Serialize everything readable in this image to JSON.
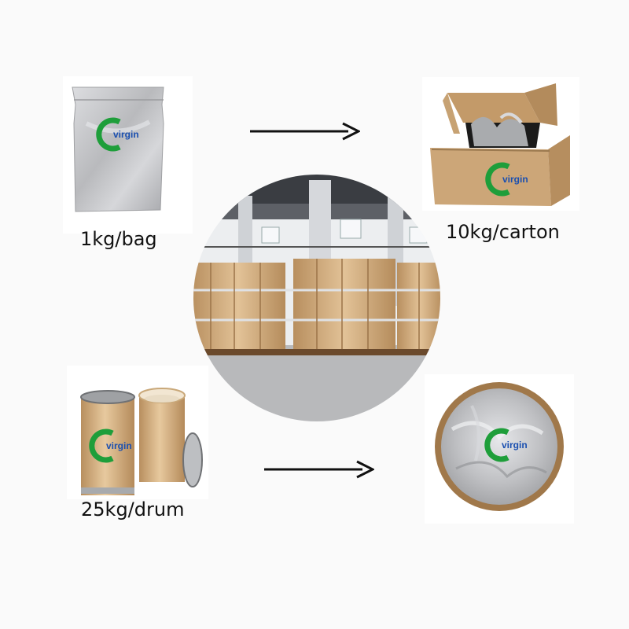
{
  "captions": {
    "bag": "1kg/bag",
    "carton": "10kg/carton",
    "drum": "25kg/drum"
  },
  "brand": {
    "name": "virgin",
    "ring_color": "#1e9e3a",
    "text_color": "#1a4fb0"
  },
  "colors": {
    "kraft": "#d9b88f",
    "foil": "#c8c9cc",
    "cardboard": "#c79f6e",
    "arrow": "#111111"
  },
  "icons": {
    "arrow_top": "right-arrow-icon",
    "arrow_bottom": "right-arrow-icon"
  }
}
